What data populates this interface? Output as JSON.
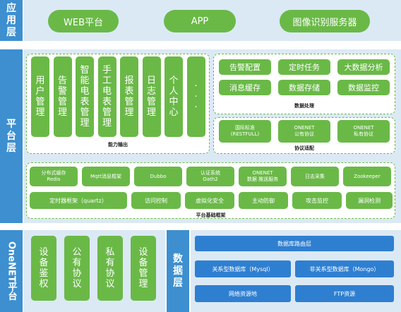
{
  "layers": {
    "app": {
      "label": "应用层"
    },
    "platform": {
      "label": "平台层"
    },
    "onenet": {
      "label": "OneNET平台"
    },
    "data": {
      "label": "数据层"
    }
  },
  "app_layer": {
    "items": [
      "WEB平台",
      "APP",
      "图像识别服务器"
    ]
  },
  "capability": {
    "caption": "能力输出",
    "items": [
      "用户管理",
      "告警管理",
      "智能电表管理",
      "手工电表管理",
      "报表管理",
      "日志管理",
      "个人中心",
      "..."
    ]
  },
  "data_processing": {
    "caption": "数据处理",
    "items": [
      "告警配置",
      "定时任务",
      "大数据分析",
      "消息缓存",
      "数据存储",
      "数据监控"
    ]
  },
  "protocol": {
    "caption": "协议适配",
    "items": [
      {
        "line1": "国际标准",
        "line2": "(RESTFULL)"
      },
      {
        "line1": "ONENET",
        "line2": "公有协议"
      },
      {
        "line1": "ONENET",
        "line2": "私有协议"
      }
    ]
  },
  "framework": {
    "caption": "平台基础框架",
    "row1": [
      {
        "line1": "分布式缓存",
        "line2": "Redis"
      },
      {
        "line1": "Mqtt消息框架",
        "line2": ""
      },
      {
        "line1": "Dubbo",
        "line2": ""
      },
      {
        "line1": "认证系统",
        "line2": "Oath2"
      },
      {
        "line1": "ONENET",
        "line2": "数据 推送服务"
      },
      {
        "line1": "日志采集",
        "line2": ""
      },
      {
        "line1": "Zookeeper",
        "line2": ""
      }
    ],
    "row2": [
      "定时器框架（quartz）",
      "访问控制",
      "虚拟化安全",
      "主动防御",
      "攻击监控",
      "漏洞检测"
    ]
  },
  "onenet_items": [
    "设备鉴权",
    "公有协议",
    "私有协议",
    "设备管理"
  ],
  "data_layer": {
    "router": "数据库路由层",
    "relational": "关系型数据库（Mysql）",
    "nonrelational": "非关系型数据库（Mongo）",
    "network": "网络资源地",
    "ftp": "FTP资源"
  },
  "colors": {
    "side": "#3d8fcf",
    "band": "#dbe9f5",
    "green": "#6ab947",
    "blue": "#2f7fd1"
  }
}
